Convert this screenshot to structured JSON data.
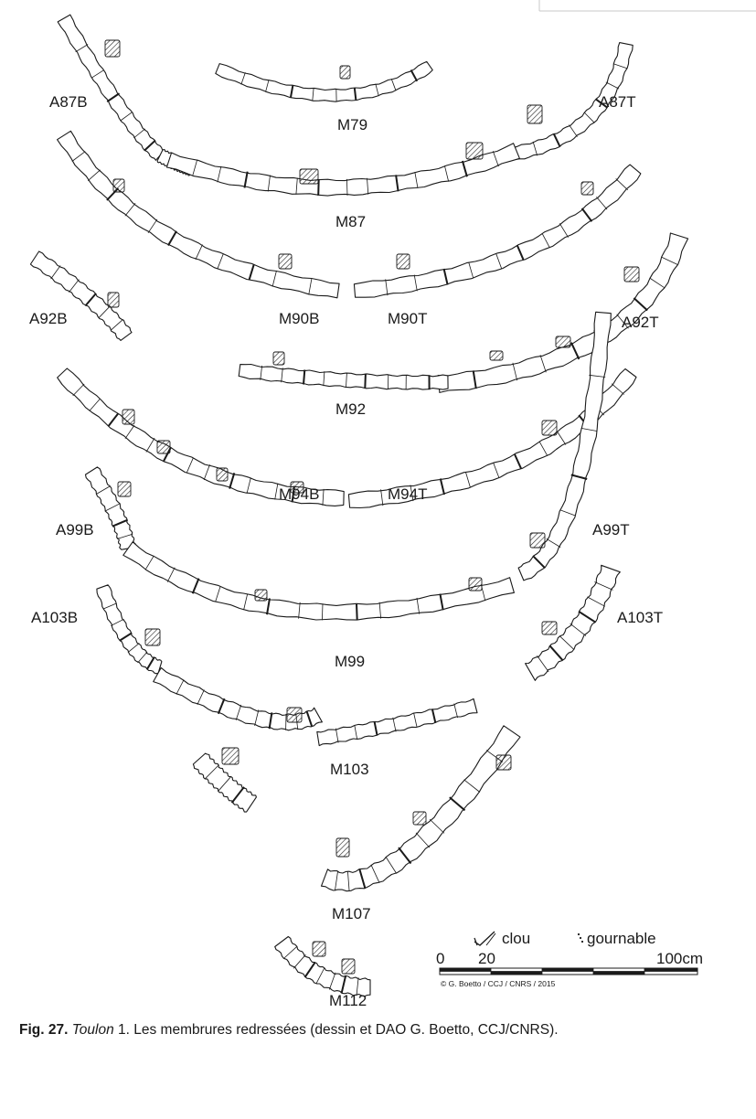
{
  "labels": {
    "a87b": "A87B",
    "m79": "M79",
    "a87t": "A87T",
    "m87": "M87",
    "a92b": "A92B",
    "m90b": "M90B",
    "m90t": "M90T",
    "a92t": "A92T",
    "m92": "M92",
    "m94b": "M94B",
    "m94t": "M94T",
    "a99b": "A99B",
    "a99t": "A99T",
    "a103b": "A103B",
    "a103t": "A103T",
    "m99": "M99",
    "m103": "M103",
    "m107": "M107",
    "m112": "M112"
  },
  "legend": {
    "nail": "clou",
    "treenail": "gournable"
  },
  "scale": {
    "t0": "0",
    "t20": "20",
    "t100": "100",
    "unit": "cm"
  },
  "copyright": "© G. Boetto / CCJ / CNRS / 2015",
  "caption": {
    "fig": "Fig. 27.",
    "ship": "Toulon",
    "rest": " 1. Les membrures redressées (dessin et DAO G. Boetto, CCJ/CNRS)."
  }
}
